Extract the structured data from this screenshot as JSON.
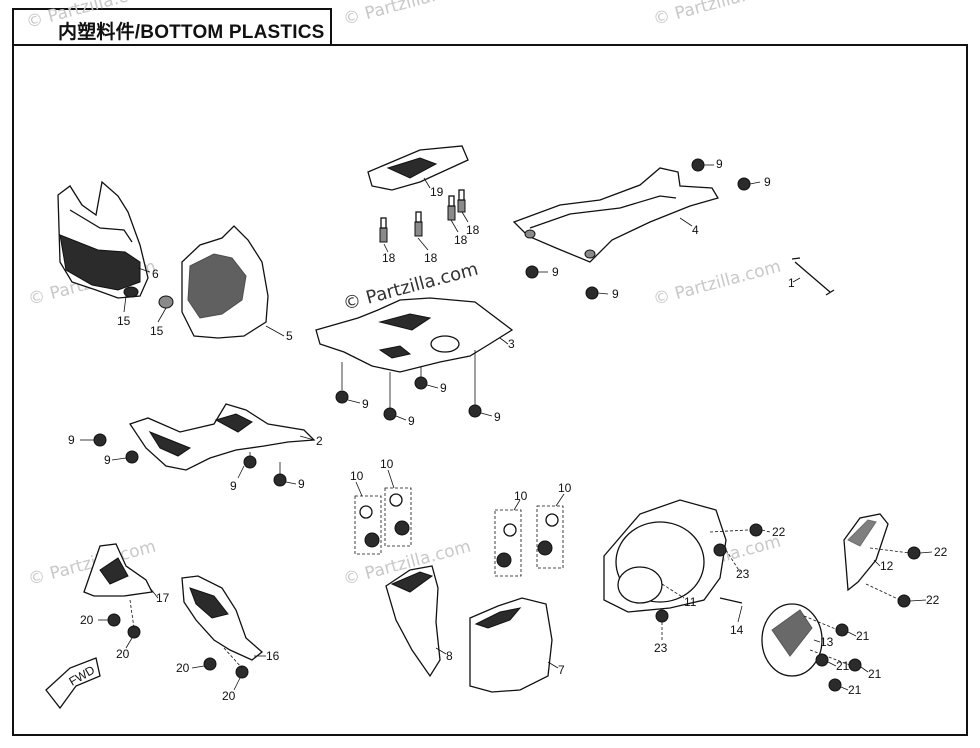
{
  "title": "内塑料件/BOTTOM PLASTICS",
  "watermarks": [
    "© Partzilla.com"
  ],
  "callouts": [
    "1",
    "2",
    "3",
    "4",
    "5",
    "6",
    "7",
    "8",
    "9",
    "10",
    "11",
    "12",
    "13",
    "14",
    "15",
    "16",
    "17",
    "18",
    "19",
    "20",
    "21",
    "22",
    "23"
  ],
  "icons": [
    "arrow-fwd-icon"
  ],
  "arrow_label": "FWD",
  "colors": {
    "ink": "#111111",
    "watermark": "#c8c8c8",
    "background": "#ffffff"
  }
}
